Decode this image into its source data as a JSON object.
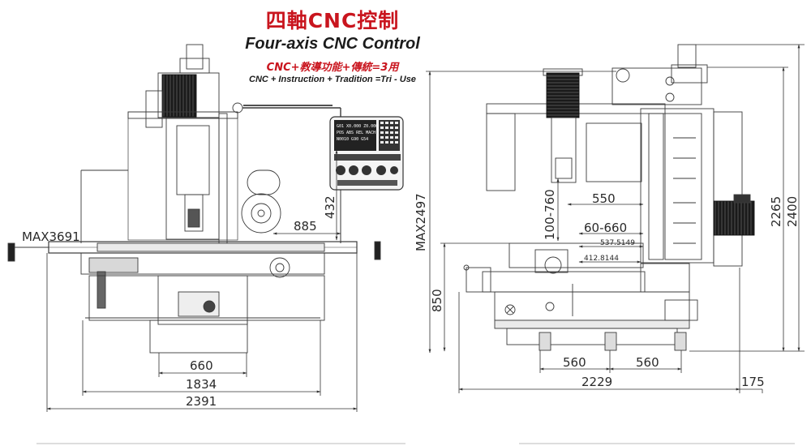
{
  "title": {
    "chinese": "四軸CNC控制",
    "english": "Four-axis CNC Control",
    "subtitle_chinese": "CNC+教導功能+傳統=3用",
    "subtitle_english": "CNC + Instruction + Tradition =Tri - Use"
  },
  "front_view": {
    "dim_max_travel": "MAX3691",
    "dim_panel_offset": "885",
    "dim_panel_height": "432",
    "dim_base_width": "660",
    "dim_saddle_width": "1834",
    "dim_overall_width": "2391"
  },
  "side_view": {
    "dim_max_height": "MAX2497",
    "dim_ram_travel": "550",
    "dim_spindle_range": "100-760",
    "dim_table_range": "60-660",
    "dim_table_small_a": "537.5149",
    "dim_table_small_b": "412.8144",
    "dim_table_height": "850",
    "dim_foot_left": "560",
    "dim_foot_right": "560",
    "dim_overall_depth": "2229",
    "dim_rear_offset": "175",
    "dim_column_height": "2265",
    "dim_overall_height": "2400"
  },
  "control_panel": {
    "screen_lines": [
      "G01 X0.000 Z0.000",
      "POS ABS REL MACH",
      "N0010 G90 G54"
    ]
  }
}
